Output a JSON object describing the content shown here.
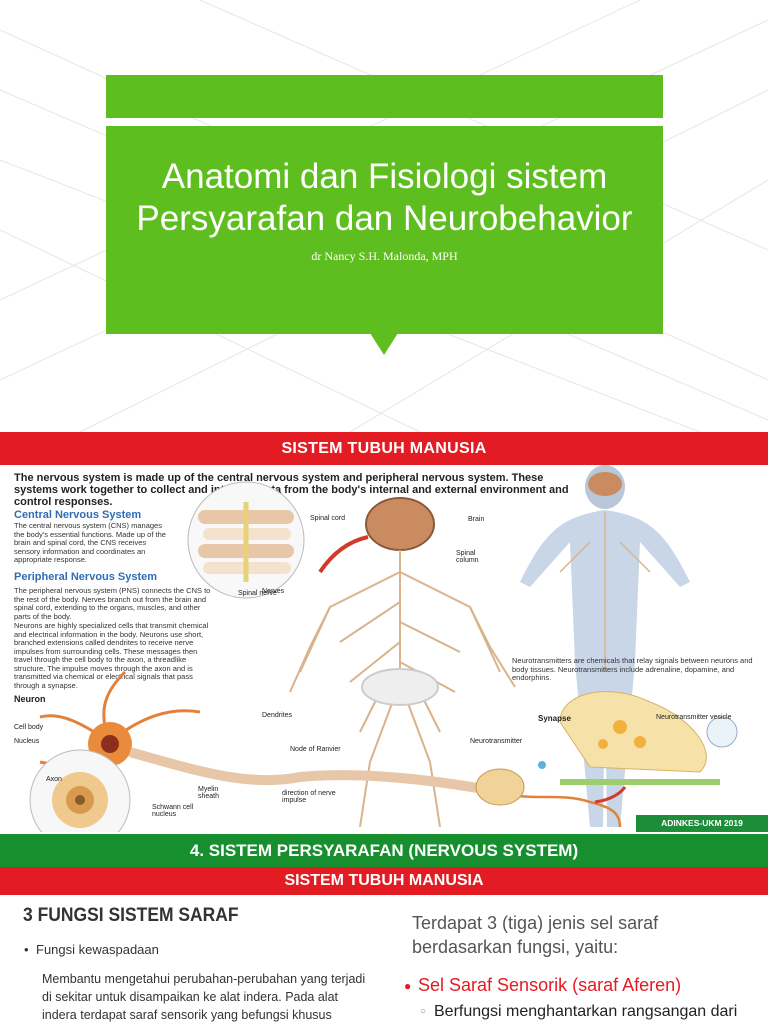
{
  "slide1": {
    "title_line1": "Anatomi dan Fisiologi sistem",
    "title_line2": "Persyarafan dan Neurobehavior",
    "author": "dr Nancy S.H. Malonda, MPH",
    "colors": {
      "accent": "#5fbe1f"
    }
  },
  "slide2": {
    "header": "SISTEM TUBUH MANUSIA",
    "intro": "The nervous system is made up of the central nervous system and peripheral nervous system. These systems work together to collect and interpret data from the body's internal and external environment and control responses.",
    "cns_heading": "Central Nervous System",
    "cns_text": "The central nervous system (CNS) manages the body's essential functions. Made up of the brain and spinal cord, the CNS receives sensory information and coordinates an appropriate response.",
    "pns_heading": "Peripheral Nervous System",
    "pns_text": "The peripheral nervous system (PNS) connects the CNS to the rest of the body. Nerves branch out from the brain and spinal cord, extending to the organs, muscles, and other parts of the body.",
    "neurons_text": "Neurons are highly specialized cells that transmit chemical and electrical information in the body. Neurons use short, branched extensions called dendrites to receive nerve impulses from surrounding cells. These messages then travel through the cell body to the axon, a threadlike structure. The impulse moves through the axon and is transmitted via chemical or electrical signals that pass through a synapse.",
    "neurotransmitters_text": "Neurotransmitters are chemicals that relay signals between neurons and body tissues. Neurotransmitters include adrenaline, dopamine, and endorphins.",
    "labels": {
      "spinal_cord": "Spinal cord",
      "brain": "Brain",
      "spinal_column": "Spinal column",
      "spinal_nerve": "Spinal nerve",
      "nerves": "Nerves",
      "neuron": "Neuron",
      "dendrites": "Dendrites",
      "cell_body": "Cell body",
      "nucleus": "Nucleus",
      "node_of_ranvier": "Node of Ranvier",
      "axon": "Axon",
      "myelin_sheath": "Myelin sheath",
      "schwann_cell_nucleus": "Schwann cell nucleus",
      "direction": "direction of nerve impulse",
      "synapse": "Synapse",
      "neurotransmitter": "Neurotransmitter",
      "neurotransmitter_vesicle": "Neurotransmitter vesicle"
    },
    "badge": "ADINKES-UKM 2019",
    "footer": "4. SISTEM PERSYARAFAN (NERVOUS SYSTEM)",
    "colors": {
      "red": "#e31b23",
      "green": "#178f2f",
      "heading_blue": "#2f6db5"
    }
  },
  "slide3": {
    "header": "SISTEM TUBUH MANUSIA",
    "title": "3 FUNGSI SISTEM SARAF",
    "bullet1": "Fungsi kewaspadaan",
    "bullet1_text": "Membantu mengetahui perubahan-perubahan yang terjadi di sekitar untuk disampaikan ke alat indera. Pada alat indera terdapat saraf sensorik yang befungsi khusus sebagai",
    "right_intro": "Terdapat 3 (tiga) jenis sel saraf berdasarkan fungsi, yaitu:",
    "right_bullet1": "Sel Saraf Sensorik (saraf Aferen)",
    "right_bullet2": "Berfungsi  menghantarkan rangsangan dari"
  }
}
